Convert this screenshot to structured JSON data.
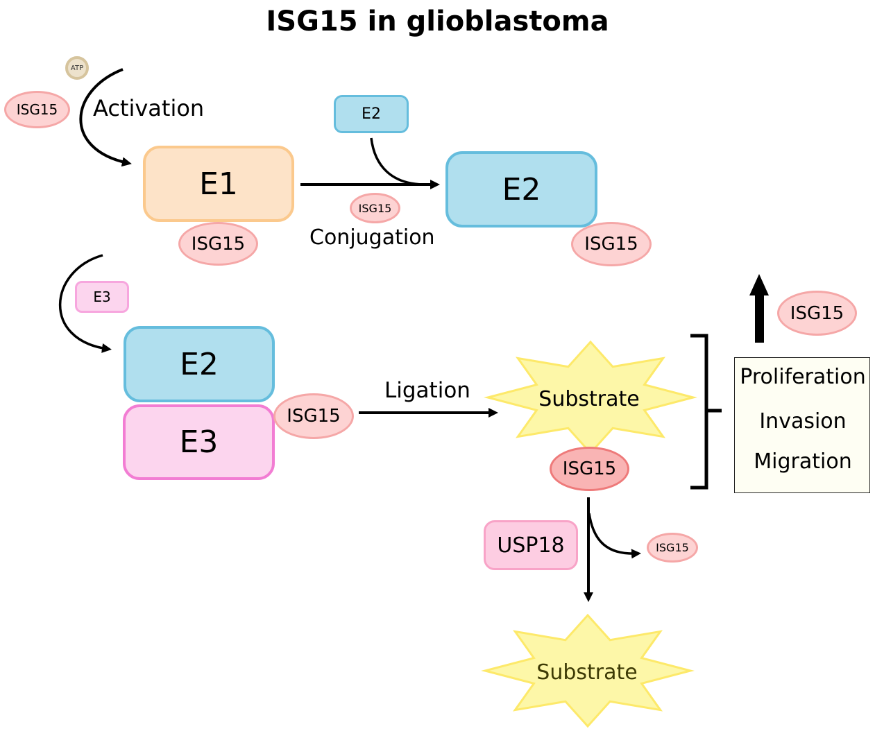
{
  "title": "ISG15 in glioblastoma",
  "activation": {
    "label": "Activation",
    "atp_label": "ATP",
    "free_isg15": "ISG15",
    "enzyme": "E1",
    "bound_isg15": "ISG15"
  },
  "conjugation": {
    "label": "Conjugation",
    "incoming_enzyme": "E2",
    "transfer_isg15": "ISG15",
    "enzyme": "E2",
    "bound_isg15": "ISG15"
  },
  "ligation": {
    "label": "Ligation",
    "incoming_enzyme": "E3",
    "complex_top": "E2",
    "complex_bottom": "E3",
    "bound_isg15": "ISG15"
  },
  "substrate": {
    "label": "Substrate",
    "conjugated_isg15": "ISG15"
  },
  "deconjugation": {
    "enzyme": "USP18",
    "released_isg15": "ISG15",
    "free_substrate": "Substrate"
  },
  "outcomes": {
    "upregulated_label": "ISG15",
    "items": [
      "Proliferation",
      "Invasion",
      "Migration"
    ]
  },
  "colors": {
    "e1_fill": "#fde3c8",
    "e2_fill": "#b0dfee",
    "e3_fill": "#fcd5ee",
    "isg15_fill": "#fdd3d3",
    "isg15_active_fill": "#f9b4b4",
    "substrate_fill": "#fdf7a8",
    "usp18_fill": "#fdcde2"
  }
}
